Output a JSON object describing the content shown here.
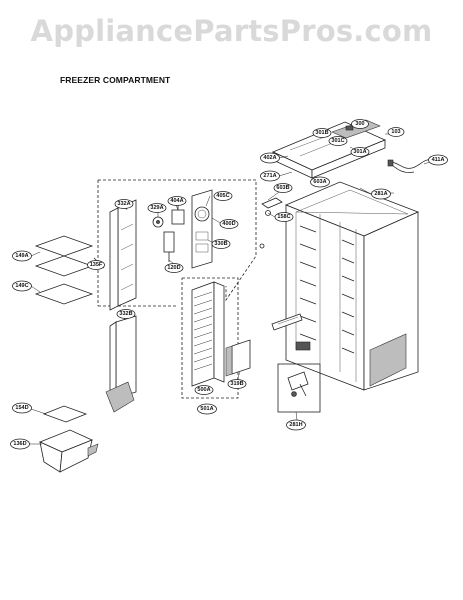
{
  "watermark": "AppliancePartsPros.com",
  "title": "FREEZER COMPARTMENT",
  "callouts": [
    {
      "id": "c-300",
      "label": "300"
    },
    {
      "id": "c-103",
      "label": "103"
    },
    {
      "id": "c-301a",
      "label": "301A"
    },
    {
      "id": "c-301b",
      "label": "301B"
    },
    {
      "id": "c-301c",
      "label": "301C"
    },
    {
      "id": "c-402a",
      "label": "402A"
    },
    {
      "id": "c-411a",
      "label": "411A"
    },
    {
      "id": "c-271a",
      "label": "271A"
    },
    {
      "id": "c-603a",
      "label": "603A"
    },
    {
      "id": "c-603b",
      "label": "603B"
    },
    {
      "id": "c-158c",
      "label": "158C"
    },
    {
      "id": "c-281a",
      "label": "281A"
    },
    {
      "id": "c-332a",
      "label": "332A"
    },
    {
      "id": "c-329a",
      "label": "329A"
    },
    {
      "id": "c-404a",
      "label": "404A"
    },
    {
      "id": "c-405c",
      "label": "405C"
    },
    {
      "id": "c-400d",
      "label": "400D"
    },
    {
      "id": "c-330b",
      "label": "330B"
    },
    {
      "id": "c-120d",
      "label": "120D"
    },
    {
      "id": "c-135f",
      "label": "135F"
    },
    {
      "id": "c-149a",
      "label": "149A"
    },
    {
      "id": "c-149c",
      "label": "149C"
    },
    {
      "id": "c-332b",
      "label": "332B"
    },
    {
      "id": "c-500a",
      "label": "500A"
    },
    {
      "id": "c-501a",
      "label": "501A"
    },
    {
      "id": "c-319b",
      "label": "319B"
    },
    {
      "id": "c-281h",
      "label": "281H"
    },
    {
      "id": "c-154d",
      "label": "154D"
    },
    {
      "id": "c-136d",
      "label": "136D"
    }
  ],
  "note": ""
}
